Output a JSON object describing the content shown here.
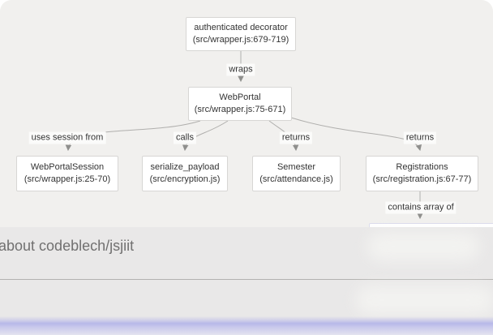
{
  "diagram": {
    "nodes": [
      {
        "id": "authenticated-decorator",
        "title": "authenticated decorator",
        "subtitle": "(src/wrapper.js:679-719)"
      },
      {
        "id": "webportal",
        "title": "WebPortal",
        "subtitle": "(src/wrapper.js:75-671)"
      },
      {
        "id": "webportalsession",
        "title": "WebPortalSession",
        "subtitle": "(src/wrapper.js:25-70)"
      },
      {
        "id": "serialize-payload",
        "title": "serialize_payload",
        "subtitle": "(src/encryption.js)"
      },
      {
        "id": "semester",
        "title": "Semester",
        "subtitle": "(src/attendance.js)"
      },
      {
        "id": "registrations",
        "title": "Registrations",
        "subtitle": "(src/registration.js:67-77)"
      }
    ],
    "edge_labels": {
      "wraps": "wraps",
      "uses_session": "uses session from",
      "calls": "calls",
      "returns_semester": "returns",
      "returns_registrations": "returns",
      "contains_array": "contains array of"
    }
  },
  "overlay": {
    "prompt_text": "about codeblech/jsjiit"
  },
  "colors": {
    "diagram_bg": "#f1f0ee",
    "node_bg": "#ffffff",
    "node_border": "#d7d6d4",
    "edge_line": "#b0afad",
    "arrowhead": "#8f8f8d",
    "overlay_bg": "#e9e8e8",
    "divider": "#b3b2b0",
    "glow_accent": "#b7b8e9"
  }
}
